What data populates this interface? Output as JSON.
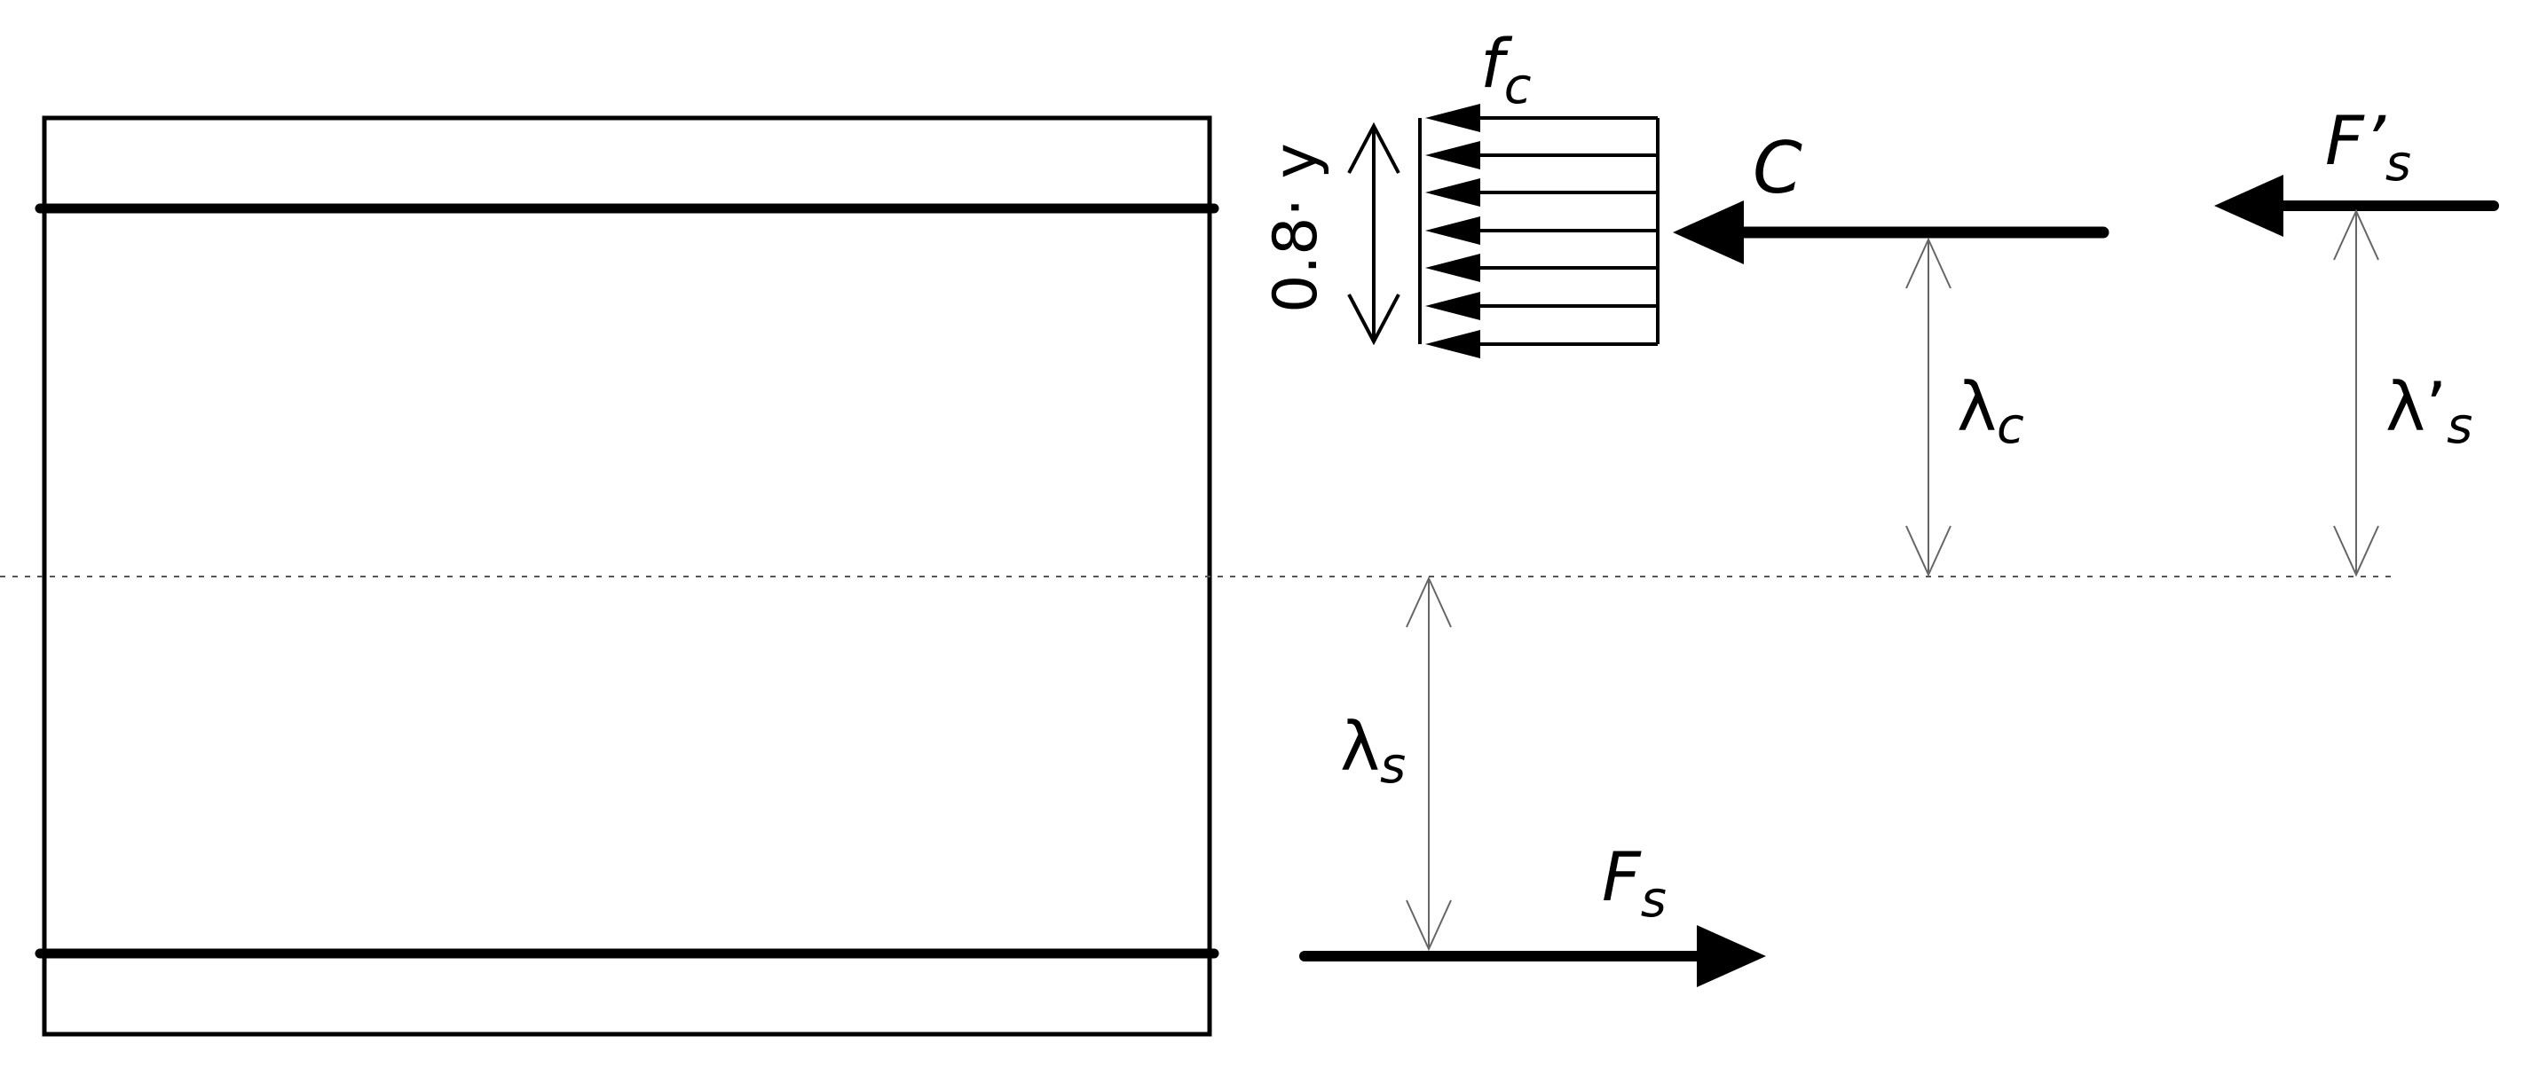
{
  "labels": {
    "fc": {
      "main": "f",
      "sub": "c"
    },
    "compression_block_depth": "0.8· y",
    "concrete_force": "C",
    "compression_steel_force": {
      "main": "F’",
      "sub": "s"
    },
    "lever_arm_concrete": {
      "main": "λ",
      "sub": "c"
    },
    "lever_arm_compression_steel": {
      "main": "λ’",
      "sub": "s"
    },
    "lever_arm_tension_steel": {
      "main": "λ",
      "sub": "s"
    },
    "tension_steel_force": {
      "main": "F",
      "sub": "s"
    }
  },
  "colors": {
    "stroke": "#000000",
    "background": "#ffffff"
  }
}
